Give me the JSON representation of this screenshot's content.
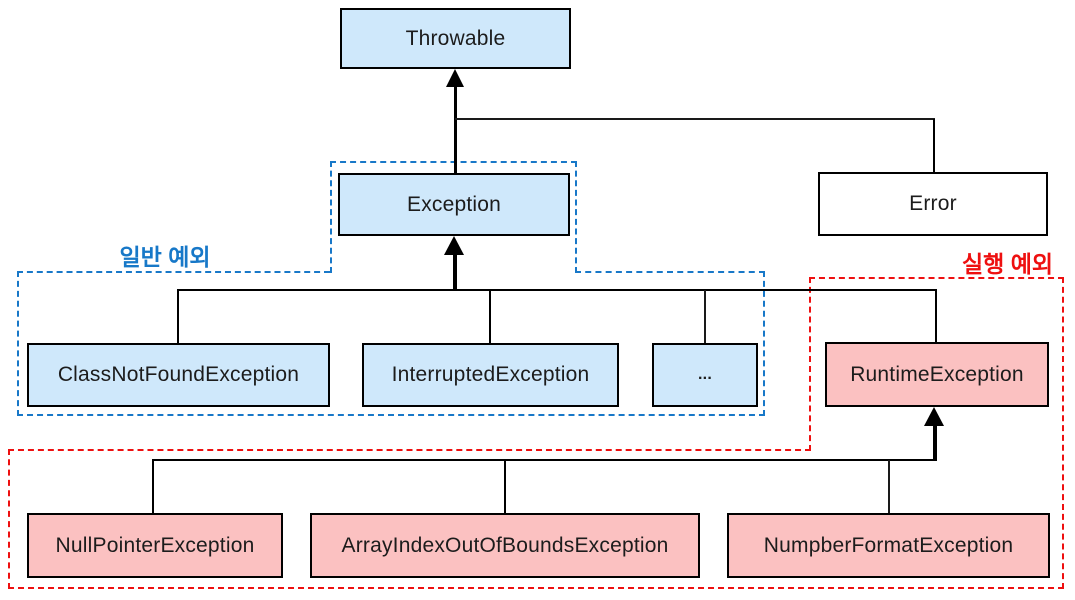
{
  "diagram_type": "class-hierarchy",
  "subject": "Java exception class hierarchy",
  "nodes": {
    "throwable": {
      "label": "Throwable",
      "kind": "blue"
    },
    "exception": {
      "label": "Exception",
      "kind": "blue"
    },
    "error": {
      "label": "Error",
      "kind": "white"
    },
    "classnotfound": {
      "label": "ClassNotFoundException",
      "kind": "blue"
    },
    "interrupted": {
      "label": "InterruptedException",
      "kind": "blue"
    },
    "ellipsis": {
      "label": "...",
      "kind": "blue"
    },
    "runtime": {
      "label": "RuntimeException",
      "kind": "pink"
    },
    "nullpointer": {
      "label": "NullPointerException",
      "kind": "pink"
    },
    "arrayindex": {
      "label": "ArrayIndexOutOfBoundsException",
      "kind": "pink"
    },
    "numberformat": {
      "label": "NumpberFormatException",
      "kind": "pink"
    }
  },
  "groups": {
    "general": {
      "label": "일반 예외",
      "color": "#1778c8",
      "members": [
        "Exception",
        "ClassNotFoundException",
        "InterruptedException",
        "..."
      ]
    },
    "runtime": {
      "label": "실행 예외",
      "color": "#ee1010",
      "members": [
        "RuntimeException",
        "NullPointerException",
        "ArrayIndexOutOfBoundsException",
        "NumpberFormatException"
      ]
    }
  },
  "edges": [
    {
      "from": "Exception",
      "to": "Throwable",
      "type": "extends",
      "arrowhead": true
    },
    {
      "from": "Error",
      "to": "Throwable",
      "type": "extends",
      "arrowhead": false
    },
    {
      "from": "ClassNotFoundException",
      "to": "Exception",
      "type": "extends",
      "arrowhead": true
    },
    {
      "from": "InterruptedException",
      "to": "Exception",
      "type": "extends",
      "arrowhead": true
    },
    {
      "from": "...",
      "to": "Exception",
      "type": "extends",
      "arrowhead": true
    },
    {
      "from": "RuntimeException",
      "to": "Exception",
      "type": "extends",
      "arrowhead": true
    },
    {
      "from": "NullPointerException",
      "to": "RuntimeException",
      "type": "extends",
      "arrowhead": true
    },
    {
      "from": "ArrayIndexOutOfBoundsException",
      "to": "RuntimeException",
      "type": "extends",
      "arrowhead": true
    },
    {
      "from": "NumpberFormatException",
      "to": "RuntimeException",
      "type": "extends",
      "arrowhead": true
    }
  ],
  "colors": {
    "box_blue": "#cfe8fb",
    "box_pink": "#fbc1c1",
    "dash_blue": "#1878c8",
    "dash_red": "#ee1010",
    "label_blue": "#1778c8",
    "label_red": "#ee1010",
    "line_black": "#000000"
  }
}
